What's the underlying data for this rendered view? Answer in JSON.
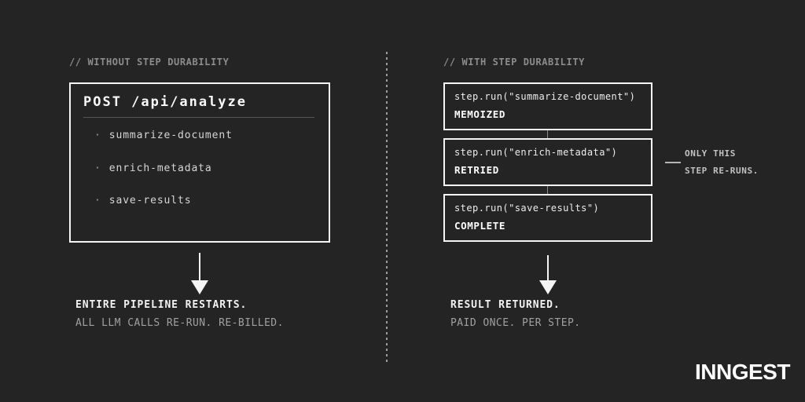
{
  "colors": {
    "background": "#242424",
    "box_border": "#f5f5f5",
    "muted_text": "#8c8c8c",
    "white_text": "#ffffff"
  },
  "left_panel": {
    "header": "// WITHOUT STEP DURABILITY",
    "request_box": {
      "title": "POST /api/analyze",
      "bullet": "·",
      "steps": [
        "summarize-document",
        "enrich-metadata",
        "save-results"
      ]
    },
    "caption": {
      "line1": "ENTIRE PIPELINE RESTARTS.",
      "line2": "ALL LLM CALLS RE-RUN. RE-BILLED."
    }
  },
  "right_panel": {
    "header": "// WITH STEP DURABILITY",
    "step_boxes": [
      {
        "code": "step.run(\"summarize-document\")",
        "status": "MEMOIZED"
      },
      {
        "code": "step.run(\"enrich-metadata\")",
        "status": "RETRIED"
      },
      {
        "code": "step.run(\"save-results\")",
        "status": "COMPLETE"
      }
    ],
    "annotation": {
      "line1": "ONLY THIS",
      "line2": "STEP RE-RUNS."
    },
    "caption": {
      "line1": "RESULT RETURNED.",
      "line2": "PAID ONCE. PER STEP."
    }
  },
  "footer": {
    "brand": "INNGEST"
  }
}
